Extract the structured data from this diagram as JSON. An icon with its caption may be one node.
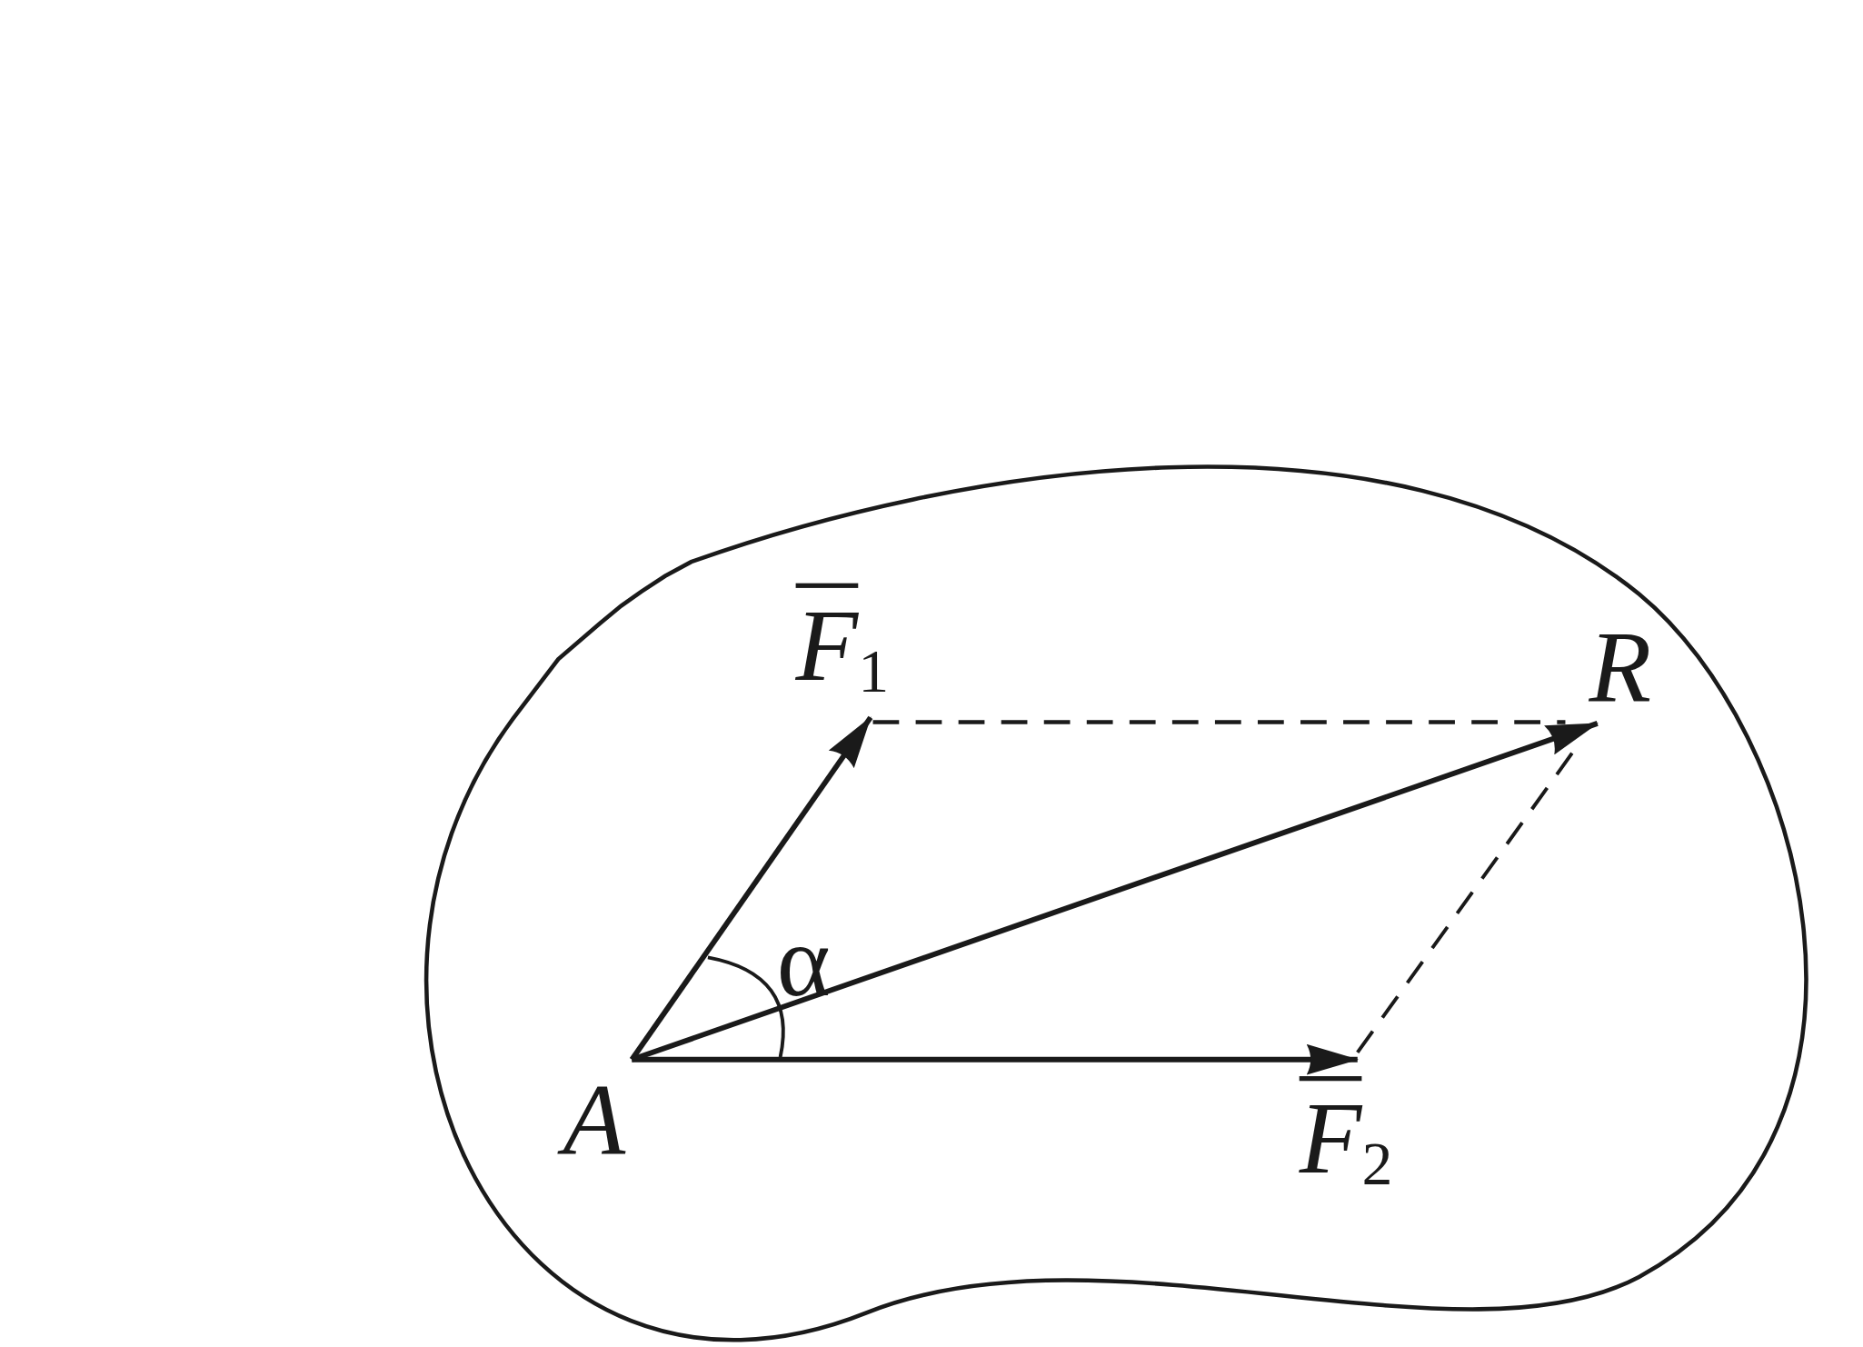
{
  "diagram": {
    "labels": [
      "F$_{1}$",
      "R",
      "α",
      "A",
      "F$_{2}$"
    ]
  }
}
